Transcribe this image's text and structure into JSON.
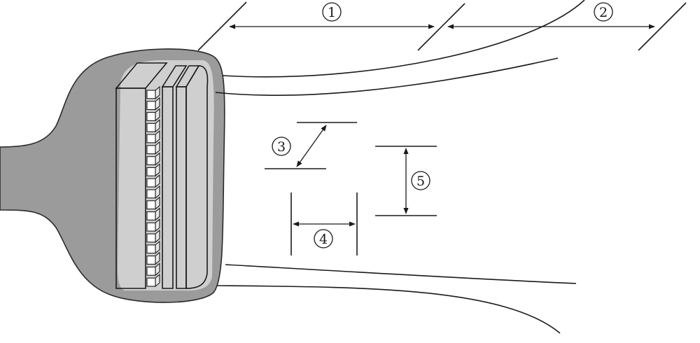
{
  "colors": {
    "housing": "#9b9b9b",
    "housing_stroke": "#2a2a2a",
    "window": "#cfcfcf",
    "element_fill": "#d6d6d6",
    "element_light": "#e9e9e9",
    "white": "#ffffff",
    "ink": "#1a1a1a"
  },
  "labels": {
    "near_field": "1",
    "far_field": "2",
    "slice_thickness": "3",
    "lateral": "4",
    "axial": "5"
  }
}
